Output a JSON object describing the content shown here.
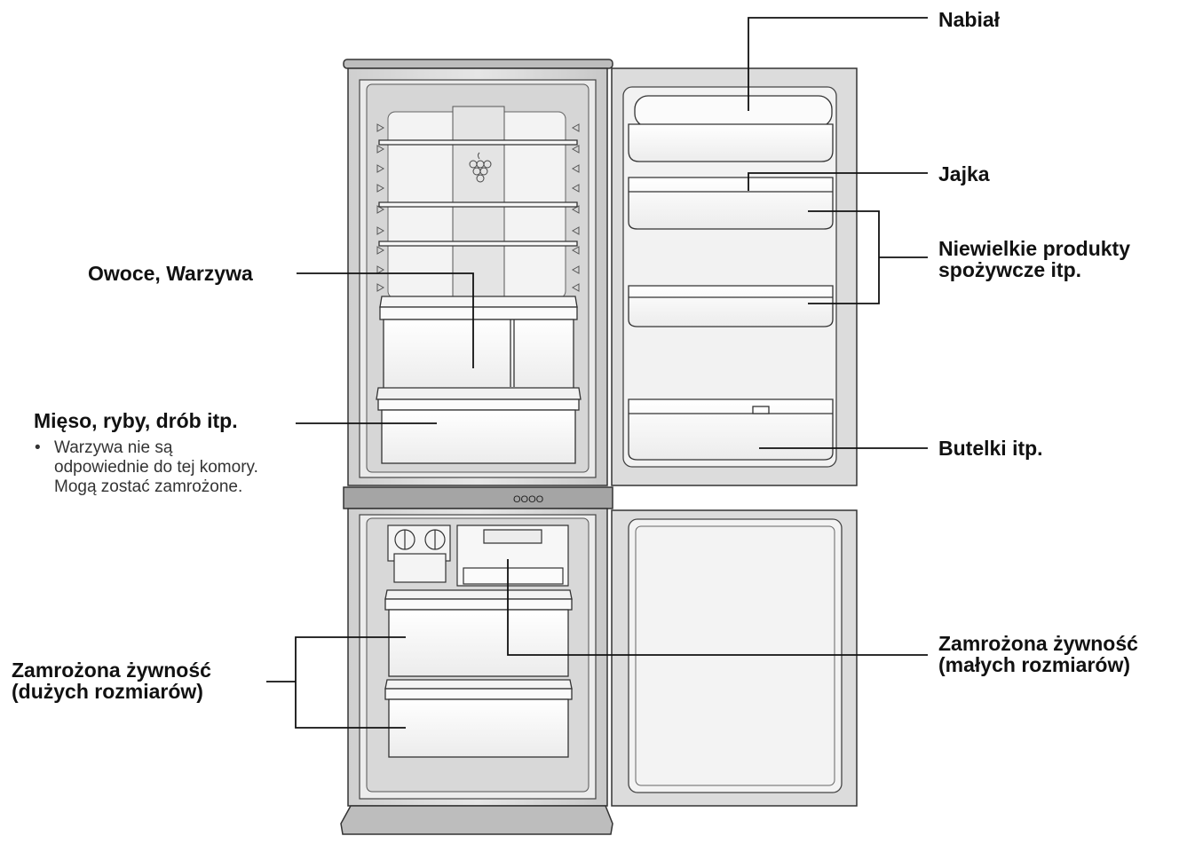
{
  "labels": {
    "nabial": "Nabiał",
    "jajka": "Jajka",
    "niewielkie_line1": "Niewielkie produkty",
    "niewielkie_line2": "spożywcze itp.",
    "owoce": "Owoce, Warzywa",
    "mieso": "Mięso, ryby, drób itp.",
    "butelki": "Butelki itp.",
    "zamrozona_duze_line1": "Zamrożona żywność",
    "zamrozona_duze_line2": "(dużych rozmiarów)",
    "zamrozona_male_line1": "Zamrożona żywność",
    "zamrozona_male_line2": "(małych rozmiarów)"
  },
  "note": {
    "bullet": "•",
    "line1": "Warzywa nie są",
    "line2": "odpowiednie do tej komory.",
    "line3": "Mogą zostać zamrożone."
  },
  "control_panel_text": "OOOO",
  "colors": {
    "outline": "#3a3a3a",
    "cabinet_fill": "#d9d9d9",
    "interior_fill": "#efefef",
    "panel_fill": "#9a9a9a",
    "line": "#111111"
  }
}
